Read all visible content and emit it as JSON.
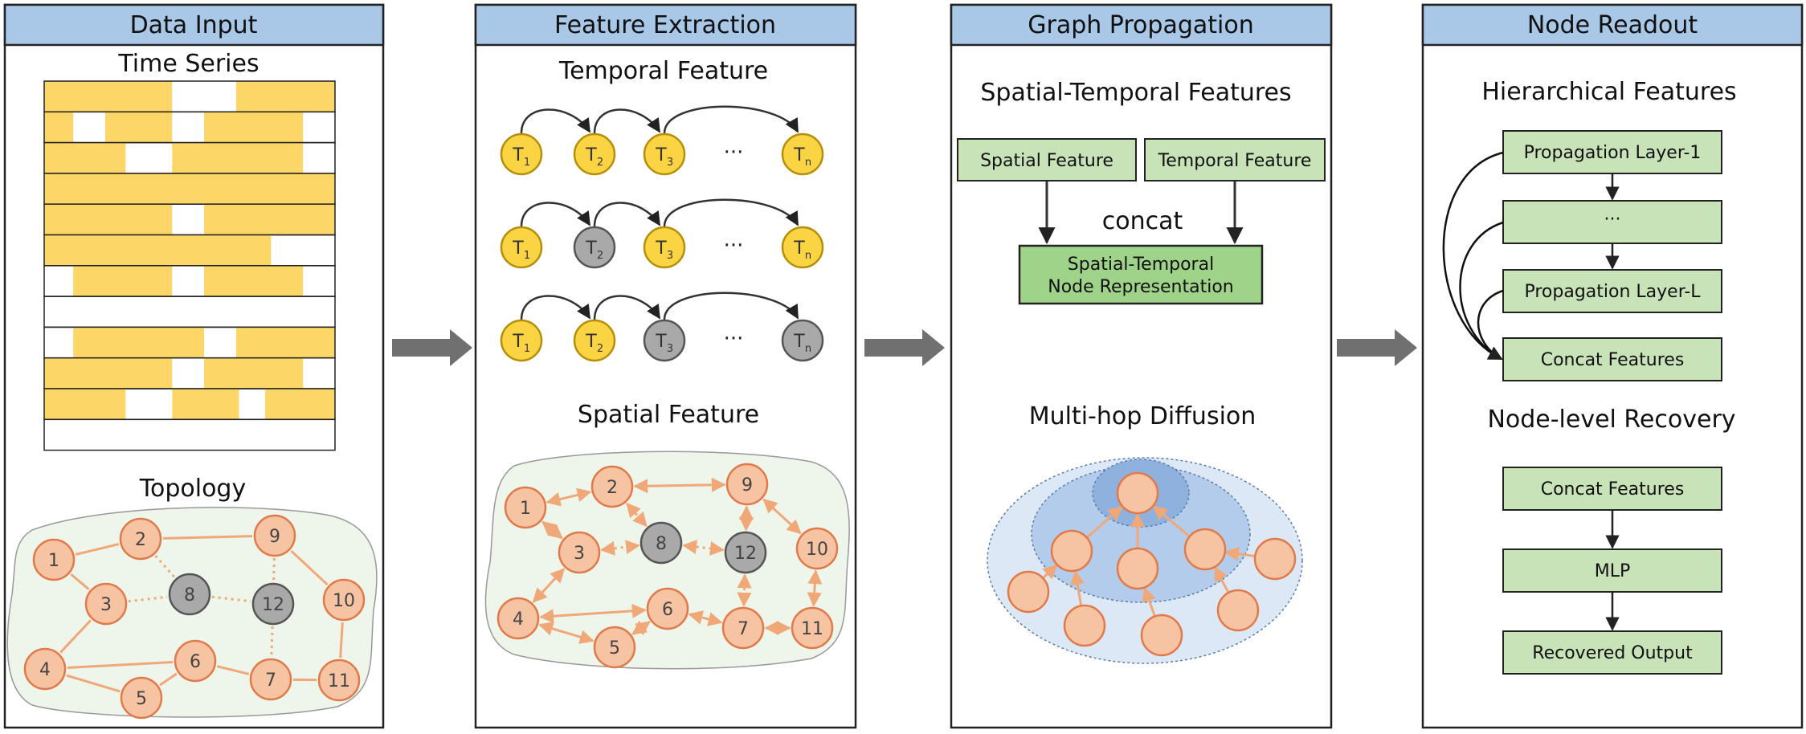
{
  "colors": {
    "panel_header": "#a9c8e8",
    "ts_filled": "#fdd668",
    "node_orange": "#f6c4a2",
    "node_stroke": "#e07a4a",
    "node_gray": "#a9a9a9",
    "temporal_yellow": "#fbd444",
    "green_box": "#c9e3b8",
    "green_box_dark": "#9fd38a",
    "arrow_gray": "#707070",
    "topology_bg": "#eef5ea"
  },
  "panels": {
    "data_input": {
      "title": "Data Input",
      "time_series_label": "Time Series",
      "time_series_rows": [
        [
          [
            0,
            0.44
          ],
          [
            0.66,
            1
          ]
        ],
        [
          [
            0,
            0.1
          ],
          [
            0.21,
            0.44
          ],
          [
            0.55,
            0.89
          ]
        ],
        [
          [
            0,
            0.28
          ],
          [
            0.44,
            0.89
          ]
        ],
        [
          [
            0,
            1
          ]
        ],
        [
          [
            0,
            0.44
          ],
          [
            0.55,
            1
          ]
        ],
        [
          [
            0,
            0.78
          ]
        ],
        [
          [
            0.1,
            0.44
          ],
          [
            0.55,
            0.89
          ]
        ],
        [],
        [
          [
            0.1,
            0.55
          ],
          [
            0.66,
            1
          ]
        ],
        [
          [
            0,
            0.44
          ],
          [
            0.55,
            0.89
          ]
        ],
        [
          [
            0,
            0.28
          ],
          [
            0.44,
            0.67
          ],
          [
            0.76,
            1
          ]
        ],
        []
      ],
      "topology_label": "Topology",
      "node_labels": [
        "1",
        "2",
        "3",
        "4",
        "5",
        "6",
        "7",
        "8",
        "9",
        "10",
        "11",
        "12"
      ],
      "gray_nodes": [
        "8",
        "12"
      ]
    },
    "feature_extraction": {
      "title": "Feature Extraction",
      "temporal_label": "Temporal Feature",
      "temporal_rows": [
        {
          "nodes": [
            "T",
            "T",
            "T",
            "T"
          ],
          "subs": [
            "1",
            "2",
            "3",
            "n"
          ],
          "states": [
            "y",
            "y",
            "y",
            "y"
          ]
        },
        {
          "nodes": [
            "T",
            "T",
            "T",
            "T"
          ],
          "subs": [
            "1",
            "2",
            "3",
            "n"
          ],
          "states": [
            "y",
            "g",
            "y",
            "y"
          ]
        },
        {
          "nodes": [
            "T",
            "T",
            "T",
            "T"
          ],
          "subs": [
            "1",
            "2",
            "3",
            "n"
          ],
          "states": [
            "y",
            "y",
            "g",
            "g"
          ]
        }
      ],
      "ellipsis": "···",
      "spatial_label": "Spatial Feature",
      "node_labels": [
        "1",
        "2",
        "3",
        "4",
        "5",
        "6",
        "7",
        "8",
        "9",
        "10",
        "11",
        "12"
      ]
    },
    "graph_propagation": {
      "title": "Graph Propagation",
      "st_features_label": "Spatial-Temporal Features",
      "spatial_box": "Spatial Feature",
      "temporal_box": "Temporal Feature",
      "concat_label": "concat",
      "st_node_line1": "Spatial-Temporal",
      "st_node_line2": "Node Representation",
      "diffusion_label": "Multi-hop Diffusion"
    },
    "node_readout": {
      "title": "Node Readout",
      "hier_label": "Hierarchical  Features",
      "layers": [
        "Propagation Layer-1",
        "···",
        "Propagation Layer-L",
        "Concat  Features"
      ],
      "recovery_label": "Node-level Recovery",
      "recovery_boxes": [
        "Concat  Features",
        "MLP",
        "Recovered Output"
      ]
    }
  }
}
